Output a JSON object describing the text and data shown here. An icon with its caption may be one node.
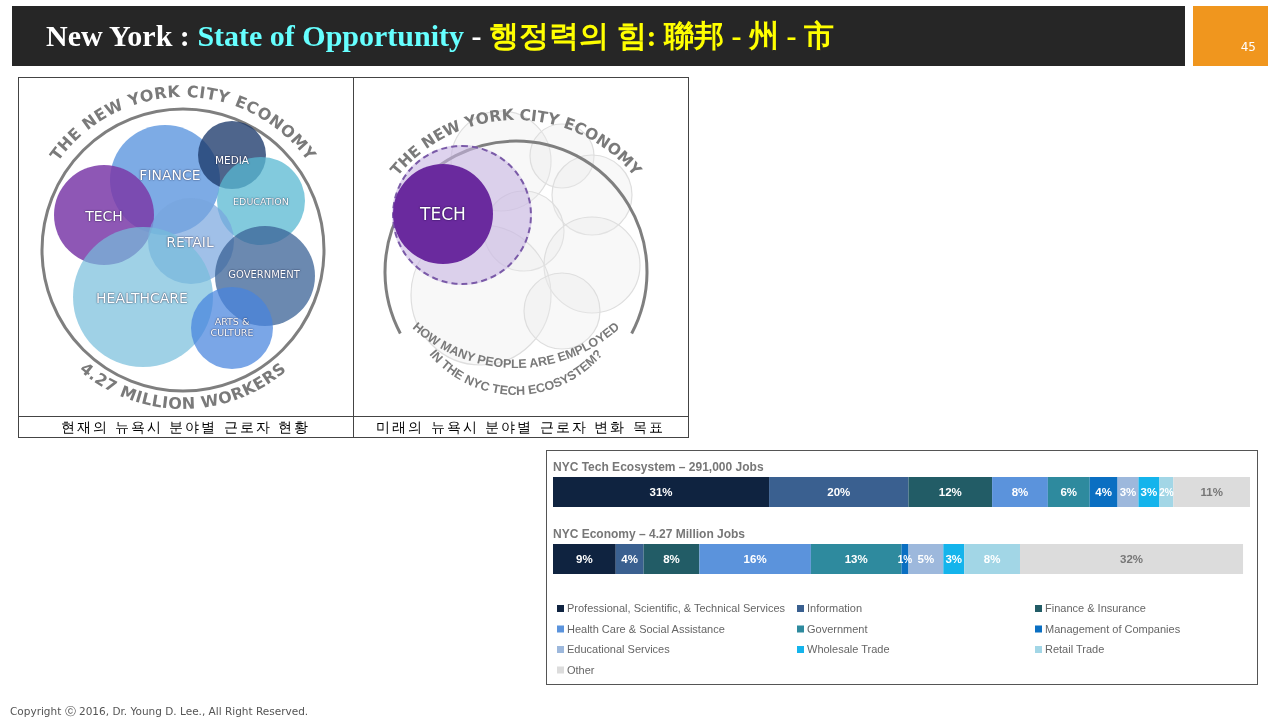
{
  "diagram": {
    "title": "New York : *State of Opportunity* - **행정력의 힘: 聯邦 - 州 - 市**",
    "nodes": [
      {
        "text": [
          "THE NEW YORK CITY ECONOMY",
          "4.27 MILLION WORKERS"
        ]
      },
      {
        "text": [
          "FINANCE"
        ],
        "in": 0
      },
      {
        "text": [
          "MEDIA"
        ],
        "in": 0
      },
      {
        "text": [
          "TECH"
        ],
        "in": 0
      },
      {
        "text": [
          "EDUCATION"
        ],
        "in": 0
      },
      {
        "text": [
          "RETAIL"
        ],
        "in": 0
      },
      {
        "text": [
          "GOVERNMENT"
        ],
        "in": 0
      },
      {
        "text": [
          "HEALTHCARE"
        ],
        "in": 0
      },
      {
        "text": [
          "ARTS & CULTURE"
        ],
        "in": 0
      },
      {
        "text": [
          "THE NEW YORK CITY ECONOMY",
          "HOW MANY PEOPLE ARE EMPLOYED",
          "IN THE NYC TECH ECOSYSTEM?"
        ]
      },
      {
        "text": [],
        "shape": "circle",
        "in": 9
      },
      {
        "text": [
          "TECH"
        ],
        "in": 10
      }
    ],
    "edges": [],
    "labels": [
      "45",
      "현재의 뉴욕시 분야별 근로자 현황",
      "미래의 뉴욕시 분야별 근로자 변화 목표",
      "Copyright ⓒ 2016, Dr. Young D. Lee., All Right Reserved."
    ],
    "chart_data": {
      "type": "bar",
      "orientation": "horizontal",
      "stacked": true,
      "data_labels": true,
      "legend": "bottom",
      "categories": [
        "NYC Tech Ecosystem – 291,000 Jobs",
        "NYC Economy – 4.27 Million Jobs"
      ],
      "series": [
        {
          "name": "Professional, Scientific, & Technical Services",
          "color": "#0f2340",
          "values": [
            31,
            9
          ],
          "value_labels": [
            "31%",
            "9%"
          ]
        },
        {
          "name": "Information",
          "color": "#3a6090",
          "values": [
            20,
            4
          ],
          "value_labels": [
            "20%",
            "4%"
          ]
        },
        {
          "name": "Finance & Insurance",
          "color": "#225c66",
          "values": [
            12,
            8
          ],
          "value_labels": [
            "12%",
            "8%"
          ]
        },
        {
          "name": "Health Care & Social Assistance",
          "color": "#5b93dc",
          "values": [
            8,
            16
          ],
          "value_labels": [
            "8%",
            "16%"
          ]
        },
        {
          "name": "Government",
          "color": "#2e8a9e",
          "values": [
            6,
            13
          ],
          "value_labels": [
            "6%",
            "13%"
          ]
        },
        {
          "name": "Management of Companies",
          "color": "#0a6fc2",
          "values": [
            4,
            1
          ],
          "value_labels": [
            "4%",
            "1%"
          ]
        },
        {
          "name": "Educational Services",
          "color": "#9db8dc",
          "values": [
            3,
            5
          ],
          "value_labels": [
            "3%",
            "5%"
          ]
        },
        {
          "name": "Wholesale Trade",
          "color": "#14b4ec",
          "values": [
            3,
            3
          ],
          "value_labels": [
            "3%",
            "3%"
          ]
        },
        {
          "name": "Retail Trade",
          "color": "#a2d6e6",
          "values": [
            2,
            8
          ],
          "value_labels": [
            "2%",
            "8%"
          ]
        },
        {
          "name": "Other",
          "color": "#dcdcdc",
          "values": [
            11,
            32
          ],
          "value_labels": [
            "11%",
            "32%"
          ]
        }
      ]
    }
  }
}
